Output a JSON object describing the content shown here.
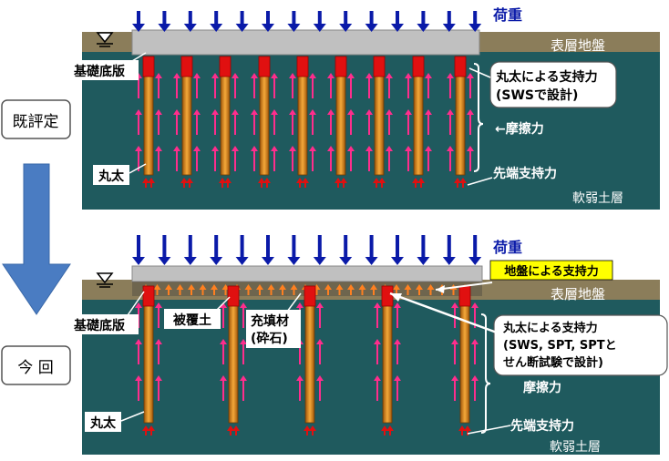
{
  "side": {
    "prev_label": "既評定",
    "now_label": "今 回"
  },
  "top": {
    "load": "荷重",
    "surface": "表層地盤",
    "slab": "基礎底版",
    "pile_support_1": "丸太による支持力",
    "pile_support_2": "(SWSで設計)",
    "friction": "←摩擦力",
    "pile": "丸太",
    "tip": "先端支持力",
    "soft": "軟弱土層"
  },
  "bottom": {
    "load": "荷重",
    "ground_support": "地盤による支持力",
    "surface": "表層地盤",
    "slab": "基礎底版",
    "cover": "被覆土",
    "fill_1": "充填材",
    "fill_2": "(砕石)",
    "pile_support_1": "丸太による支持力",
    "pile_support_2": "(SWS, SPT, SPTと",
    "pile_support_3": "せん断試験で設計)",
    "friction": "摩擦力",
    "pile": "丸太",
    "tip": "先端支持力",
    "soft": "軟弱土層"
  },
  "colors": {
    "ground": "#1f5a5e",
    "surface": "#8b7d5a",
    "slab": "#c0c0c0",
    "load_arrow": "#0a1aa8",
    "friction_arrow": "#ff2d8c",
    "pile": "#e08a1e",
    "pile_head": "#e01010",
    "support_arrow": "#ff8020",
    "down_arrow": "#4a7cc2",
    "highlight": "#ffff00"
  }
}
